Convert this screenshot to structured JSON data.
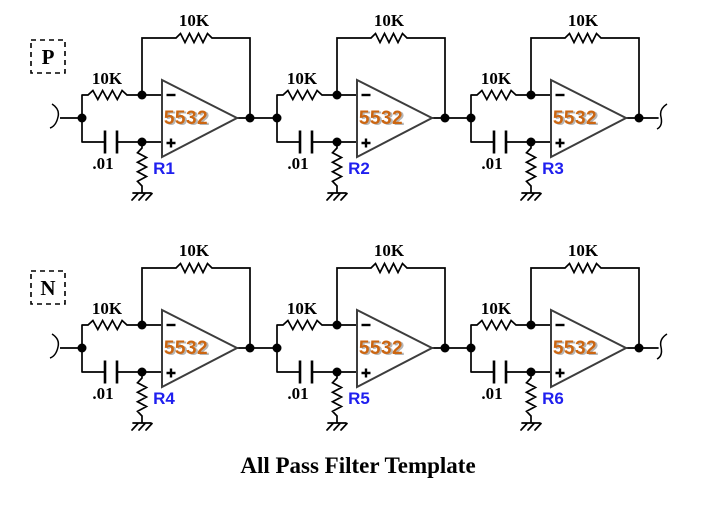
{
  "caption": "All Pass Filter Template",
  "colors": {
    "background": "#ffffff",
    "wire": "#000000",
    "node": "#000000",
    "opamp_outline": "#3d3d3d",
    "opamp_fill": "#ffffff",
    "opamp_text": "#cc6611",
    "opamp_text_glow": "#b5b5b5",
    "component_text": "#000000",
    "pot_text": "#1f1fef",
    "group_box_text": "#000000"
  },
  "rows": [
    {
      "group_label": "P",
      "stages": [
        {
          "feedback_resistor": "10K",
          "input_resistor": "10K",
          "capacitor": ".01",
          "opamp": "5532",
          "pot_label": "R1"
        },
        {
          "feedback_resistor": "10K",
          "input_resistor": "10K",
          "capacitor": ".01",
          "opamp": "5532",
          "pot_label": "R2"
        },
        {
          "feedback_resistor": "10K",
          "input_resistor": "10K",
          "capacitor": ".01",
          "opamp": "5532",
          "pot_label": "R3"
        }
      ]
    },
    {
      "group_label": "N",
      "stages": [
        {
          "feedback_resistor": "10K",
          "input_resistor": "10K",
          "capacitor": ".01",
          "opamp": "5532",
          "pot_label": "R4"
        },
        {
          "feedback_resistor": "10K",
          "input_resistor": "10K",
          "capacitor": ".01",
          "opamp": "5532",
          "pot_label": "R5"
        },
        {
          "feedback_resistor": "10K",
          "input_resistor": "10K",
          "capacitor": ".01",
          "opamp": "5532",
          "pot_label": "R6"
        }
      ]
    }
  ]
}
